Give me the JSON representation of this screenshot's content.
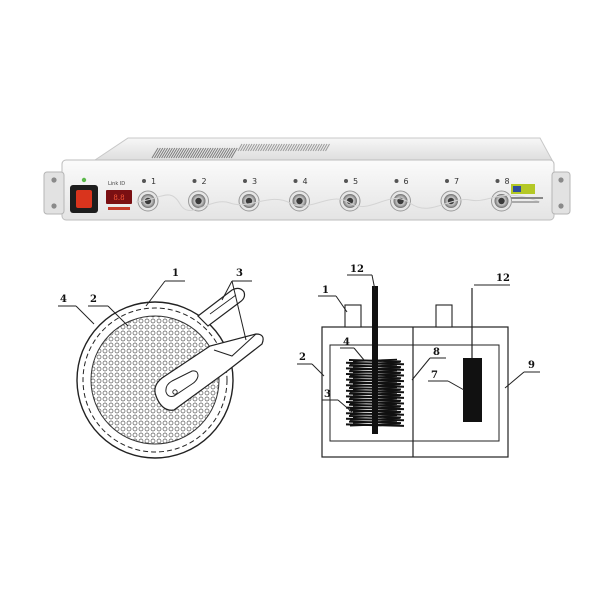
{
  "device": {
    "channel_labels": [
      "1",
      "2",
      "3",
      "4",
      "5",
      "6",
      "7",
      "8"
    ],
    "display_text": "Link ID",
    "brand_text": "",
    "colors": {
      "body": "#e9e9e9",
      "front": "#f2f2f2",
      "switch": "#d9341d",
      "display": "#7a0f12",
      "brand_badge": "#b4c826"
    }
  },
  "fig_left": {
    "labels": {
      "one": "1",
      "two": "2",
      "three": "3",
      "four": "4"
    }
  },
  "fig_right": {
    "labels": {
      "one": "1",
      "two": "2",
      "three": "3",
      "four": "4",
      "seven": "7",
      "eight": "8",
      "nine": "9",
      "twelve_left": "12",
      "twelve_right": "12"
    }
  }
}
